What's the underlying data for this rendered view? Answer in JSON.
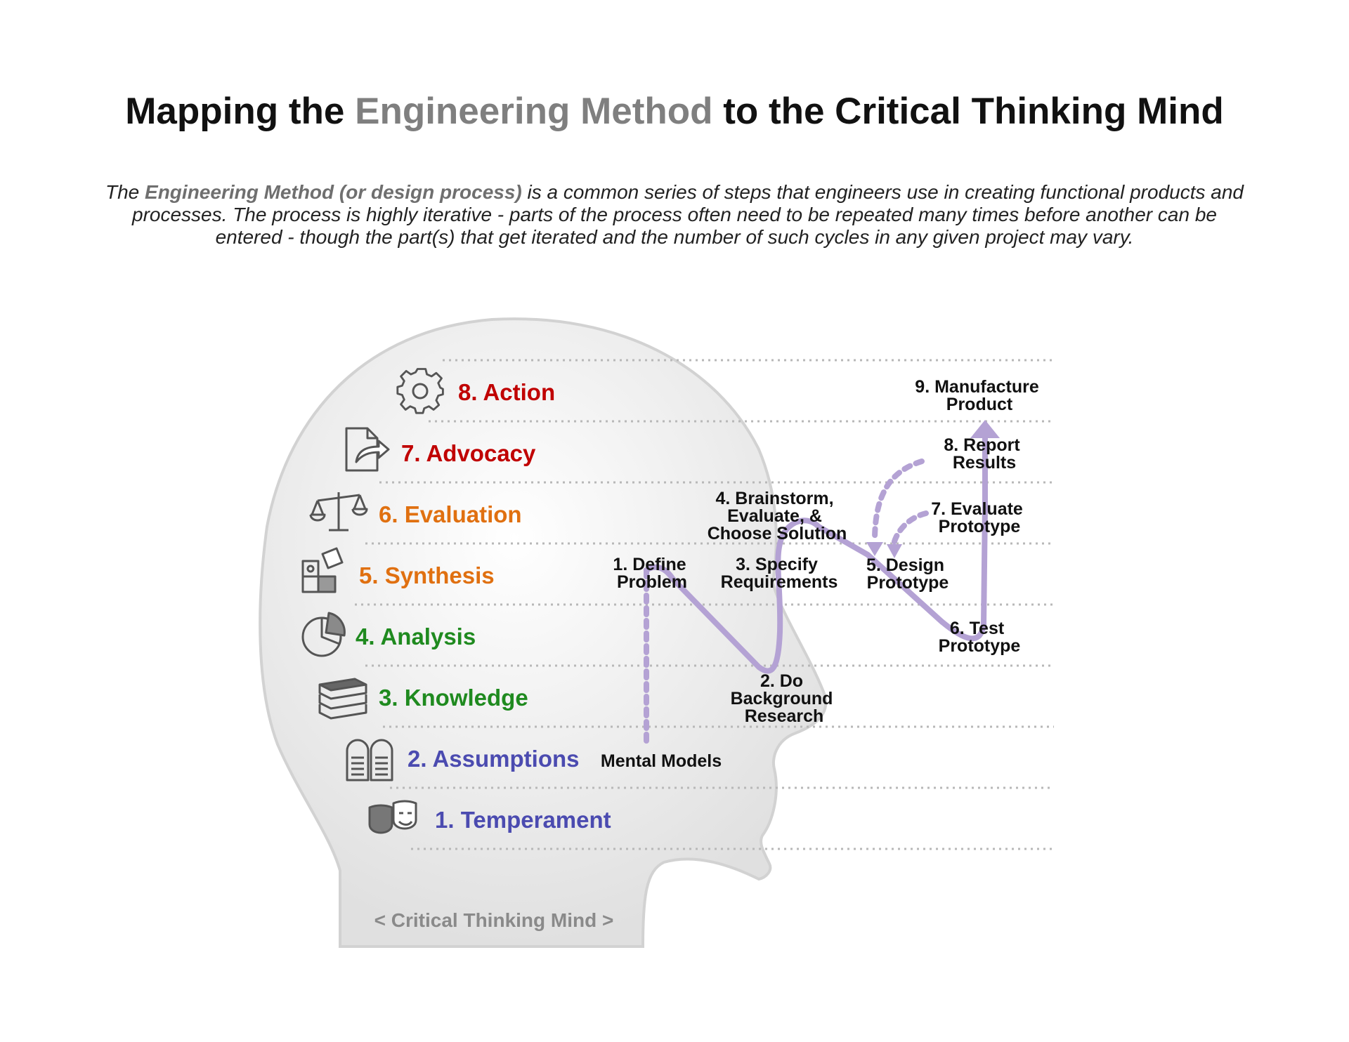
{
  "title": {
    "part1": "Mapping the ",
    "highlight": "Engineering Method",
    "part2": " to the Critical Thinking Mind"
  },
  "intro": {
    "lead": "The ",
    "bold": "Engineering Method (or design process)",
    "rest": " is a common series of steps that engineers use in creating functional products and processes. The process is highly iterative - parts of the process often need to be repeated many times before another can be entered - though the part(s) that get iterated and the number of such cycles in any given project may vary."
  },
  "levels": [
    {
      "label": "8. Action",
      "color": "#c00000",
      "icon": "gear-icon"
    },
    {
      "label": "7. Advocacy",
      "color": "#c00000",
      "icon": "document-share-icon"
    },
    {
      "label": "6. Evaluation",
      "color": "#e07010",
      "icon": "scales-icon"
    },
    {
      "label": "5. Synthesis",
      "color": "#e07010",
      "icon": "puzzle-icon"
    },
    {
      "label": "4. Analysis",
      "color": "#1f8a1f",
      "icon": "pie-chart-icon"
    },
    {
      "label": "3. Knowledge",
      "color": "#1f8a1f",
      "icon": "books-icon"
    },
    {
      "label": "2. Assumptions",
      "color": "#4b4bb0",
      "icon": "tablets-icon"
    },
    {
      "label": "1. Temperament",
      "color": "#4b4bb0",
      "icon": "theater-masks-icon"
    }
  ],
  "steps": {
    "define_problem": [
      "1. Define",
      "Problem"
    ],
    "background_research": [
      "2. Do",
      "Background",
      "Research"
    ],
    "specify_requirements": [
      "3. Specify",
      "Requirements"
    ],
    "brainstorm": [
      "4. Brainstorm,",
      "Evaluate, &",
      "Choose Solution"
    ],
    "design_prototype": [
      "5. Design",
      "Prototype"
    ],
    "test_prototype": [
      "6. Test",
      "Prototype"
    ],
    "evaluate_prototype": [
      "7. Evaluate",
      "Prototype"
    ],
    "report_results": [
      "8. Report",
      "Results"
    ],
    "manufacture_product": [
      "9. Manufacture",
      "Product"
    ]
  },
  "mental_models": "Mental Models",
  "mind_label": "< Critical Thinking Mind >",
  "colors": {
    "path": "#b4a2d4",
    "head_fill": "#e4e4e4",
    "head_stroke": "#d2d2d2",
    "icon": "#555555",
    "divider": "#b8b8b8"
  }
}
